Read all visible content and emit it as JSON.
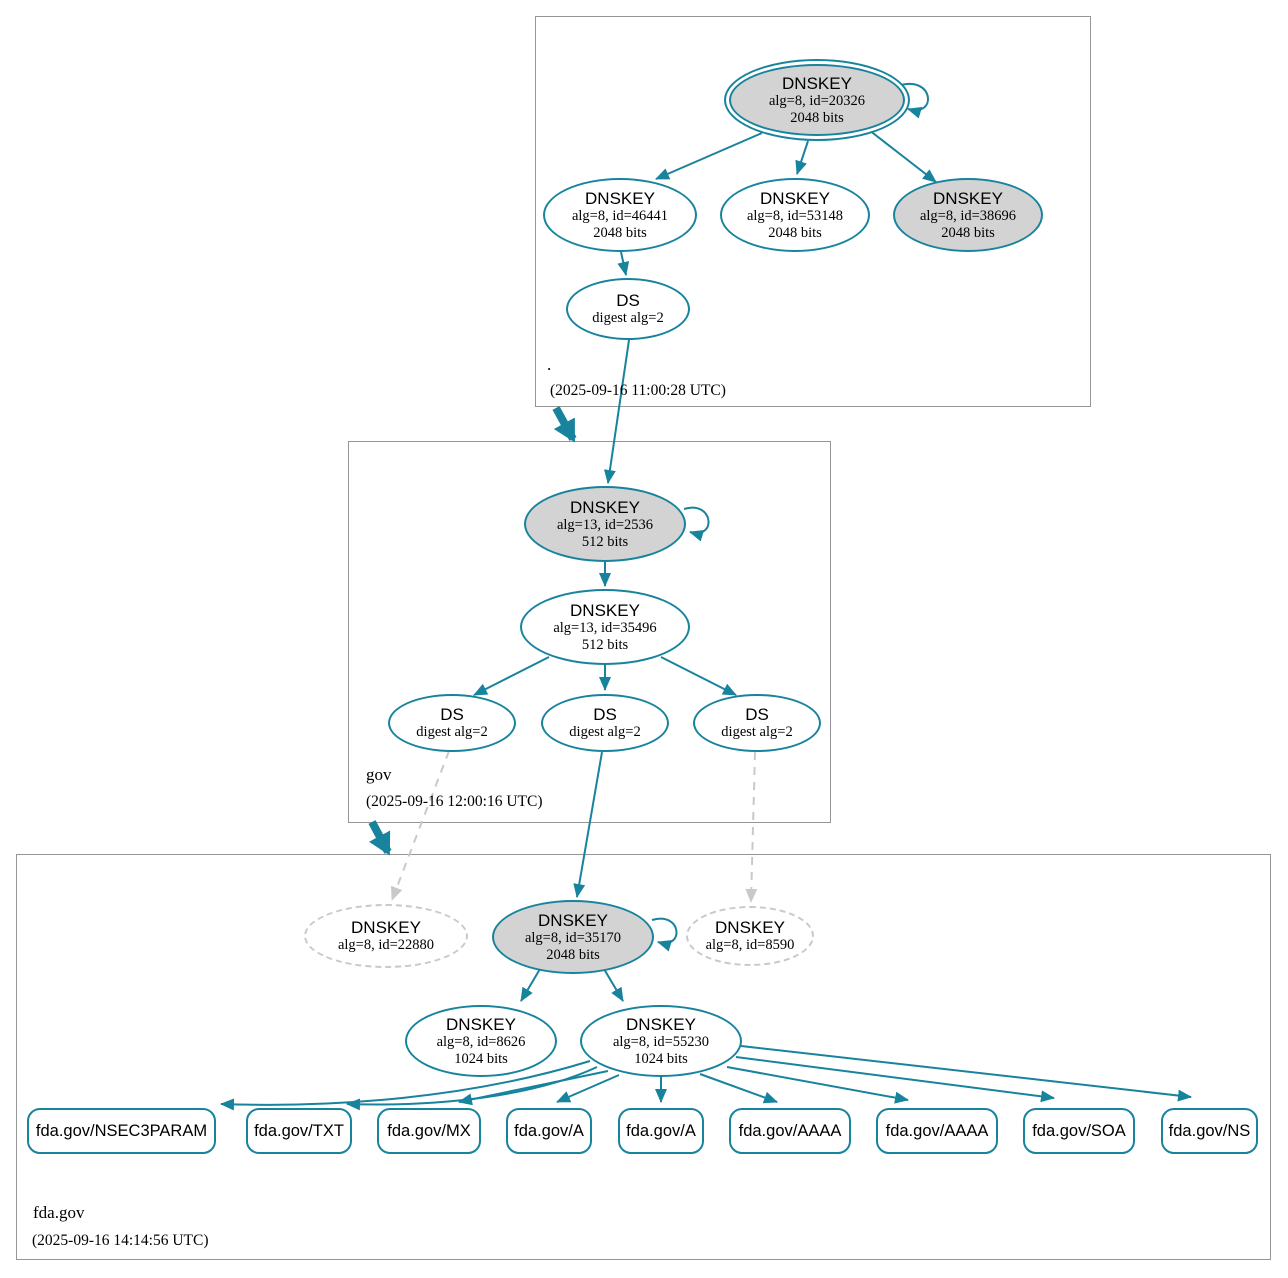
{
  "colors": {
    "teal": "#17839c",
    "node_fill": "#d3d3d3",
    "dashed": "#c9c9c9",
    "box_border": "#969696"
  },
  "zones": {
    "root": {
      "label": ".",
      "timestamp": "(2025-09-16 11:00:28 UTC)"
    },
    "gov": {
      "label": "gov",
      "timestamp": "(2025-09-16 12:00:16 UTC)"
    },
    "fda": {
      "label": "fda.gov",
      "timestamp": "(2025-09-16 14:14:56 UTC)"
    }
  },
  "nodes": {
    "root_ksk_20326": {
      "title": "DNSKEY",
      "detail": "alg=8, id=20326",
      "bits": "2048 bits"
    },
    "root_zsk_46441": {
      "title": "DNSKEY",
      "detail": "alg=8, id=46441",
      "bits": "2048 bits"
    },
    "root_zsk_53148": {
      "title": "DNSKEY",
      "detail": "alg=8, id=53148",
      "bits": "2048 bits"
    },
    "root_key_38696": {
      "title": "DNSKEY",
      "detail": "alg=8, id=38696",
      "bits": "2048 bits"
    },
    "root_ds": {
      "title": "DS",
      "detail": "digest alg=2"
    },
    "gov_ksk_2536": {
      "title": "DNSKEY",
      "detail": "alg=13, id=2536",
      "bits": "512 bits"
    },
    "gov_zsk_35496": {
      "title": "DNSKEY",
      "detail": "alg=13, id=35496",
      "bits": "512 bits"
    },
    "gov_ds_1": {
      "title": "DS",
      "detail": "digest alg=2"
    },
    "gov_ds_2": {
      "title": "DS",
      "detail": "digest alg=2"
    },
    "gov_ds_3": {
      "title": "DS",
      "detail": "digest alg=2"
    },
    "fda_key_22880": {
      "title": "DNSKEY",
      "detail": "alg=8, id=22880"
    },
    "fda_ksk_35170": {
      "title": "DNSKEY",
      "detail": "alg=8, id=35170",
      "bits": "2048 bits"
    },
    "fda_key_8590": {
      "title": "DNSKEY",
      "detail": "alg=8, id=8590"
    },
    "fda_zsk_8626": {
      "title": "DNSKEY",
      "detail": "alg=8, id=8626",
      "bits": "1024 bits"
    },
    "fda_zsk_55230": {
      "title": "DNSKEY",
      "detail": "alg=8, id=55230",
      "bits": "1024 bits"
    }
  },
  "rrsets": [
    "fda.gov/NSEC3PARAM",
    "fda.gov/TXT",
    "fda.gov/MX",
    "fda.gov/A",
    "fda.gov/A",
    "fda.gov/AAAA",
    "fda.gov/AAAA",
    "fda.gov/SOA",
    "fda.gov/NS"
  ]
}
